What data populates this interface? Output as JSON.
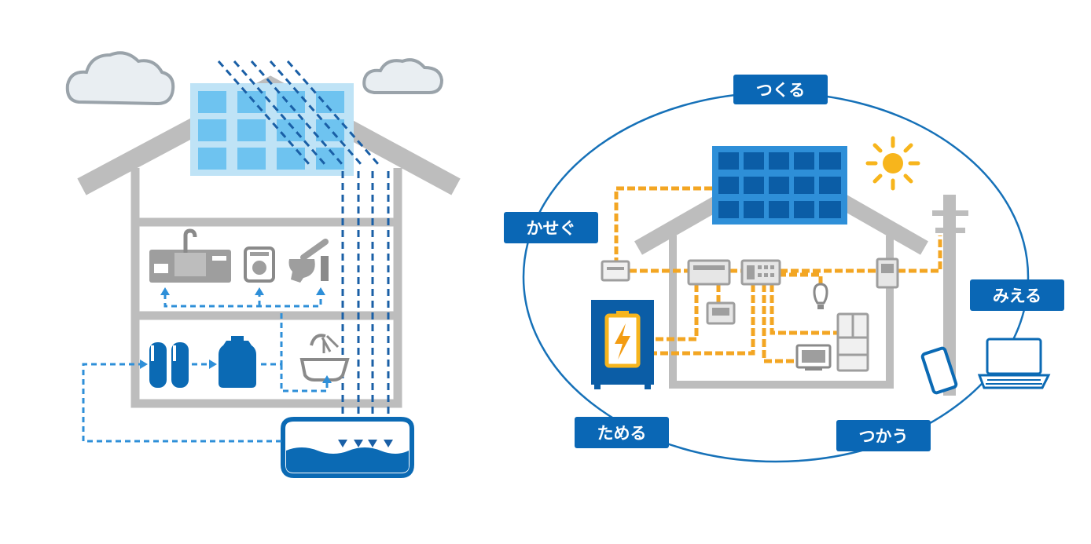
{
  "labels": {
    "tsukuru": "つくる",
    "kasegu": "かせぐ",
    "mieru": "みえる",
    "tameru": "ためる",
    "tsukau": "つかう"
  },
  "colors": {
    "label_bg": "#0a67b5",
    "ring": "#1671b8",
    "house_gray": "#bdbdbd",
    "solar_light": "#6ec3f0",
    "solar_dark": "#0b5da6",
    "water_blue": "#0b6ab4",
    "wire_orange": "#f3a623",
    "sun_yellow": "#f7b51c"
  }
}
